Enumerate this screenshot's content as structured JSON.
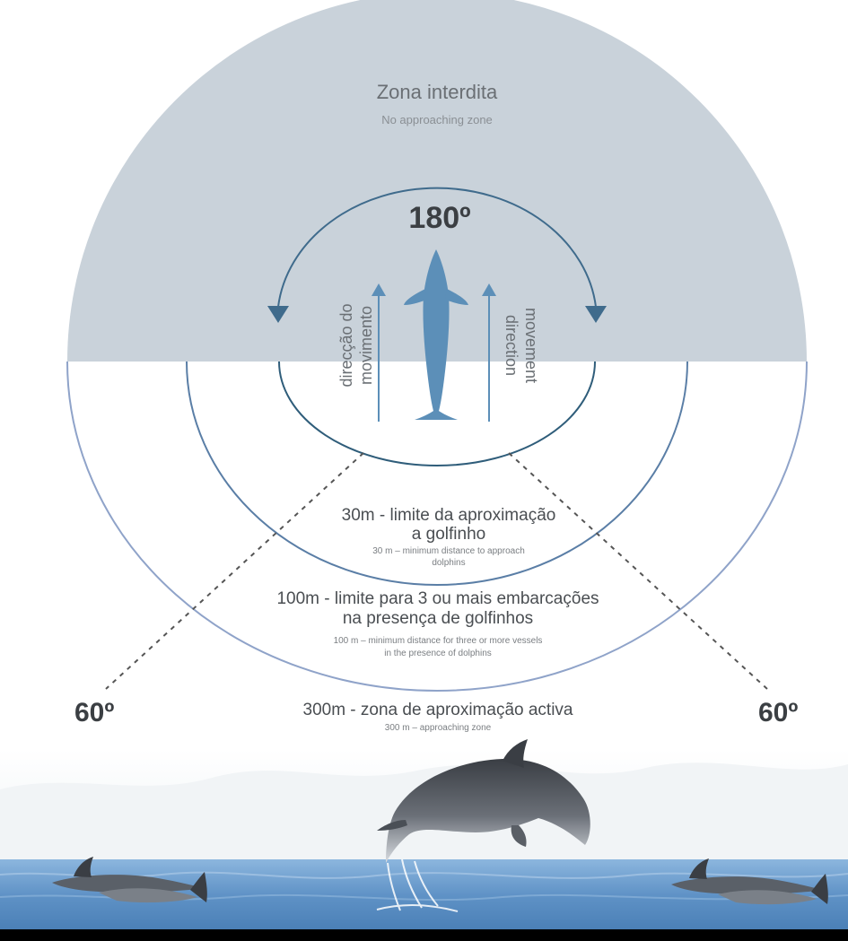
{
  "colors": {
    "no_approach_zone": "#c9d2da",
    "ring_30m": "#2f5d7a",
    "ring_100m": "#5a7ea6",
    "ring_300m": "#8fa3c9",
    "dolphin_icon": "#5c8fb8",
    "arrows": "#3f6b8c",
    "sea": "#6f9fd0",
    "black_bar": "#000000"
  },
  "no_approach_zone": {
    "title": "Zona interdita",
    "subtitle": "No approaching zone"
  },
  "angle_top": "180º",
  "angle_left": "60º",
  "angle_right": "60º",
  "direction_left": [
    "direcção do",
    "movimento"
  ],
  "direction_right": [
    "movement",
    "direction"
  ],
  "zone_30m": {
    "line1": "30m - limite da aproximação",
    "line2": "a golfinho",
    "sub1": "30 m – minimum distance to approach",
    "sub2": "dolphins"
  },
  "zone_100m": {
    "line1": "100m - limite para 3 ou mais embarcações",
    "line2": "na presença de golfinhos",
    "sub1": "100 m – minimum distance for three or more vessels",
    "sub2": "in the presence of dolphins"
  },
  "zone_300m": {
    "line1": "300m - zona de aproximação activa",
    "sub1": "300 m – approaching zone"
  }
}
